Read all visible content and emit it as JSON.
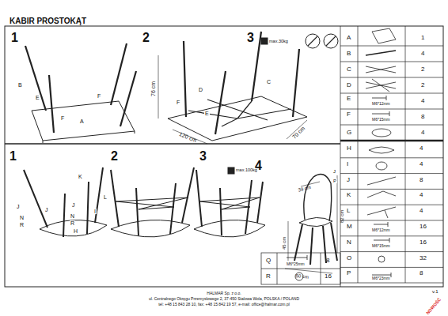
{
  "diagram": {
    "title": "KABIR PROSTOKĄT",
    "labels": [
      "1",
      "2",
      "3",
      "max.30kg",
      "B",
      "A",
      "E",
      "F",
      "F",
      "C",
      "D",
      "F",
      "E",
      "76 cm",
      "120 cm",
      "70 cm",
      "A",
      "1",
      "B",
      "4",
      "C",
      "2",
      "D",
      "2",
      "E",
      "4",
      "F",
      "8",
      "G",
      "4",
      "M6*12mm",
      "M6*15mm",
      "H",
      "4",
      "I",
      "4",
      "J",
      "8",
      "K",
      "4",
      "L",
      "4",
      "M",
      "16",
      "N",
      "16",
      "O",
      "32",
      "P",
      "8",
      "M6*12mm",
      "M6*15mm",
      "M6*23mm",
      "Q",
      "8",
      "M6*25mm",
      "R",
      "16",
      "1",
      "2",
      "3",
      "4",
      "max.100kg",
      "K",
      "J",
      "L",
      "J",
      "N",
      "R",
      "J",
      "N",
      "R",
      "H",
      "I",
      "39 cm",
      "82 cm",
      "45 cm",
      "50 cm",
      "J",
      "P",
      "HALMAR Sp. z o.o.",
      "ul. Centralnego Okręgu Przemysłowego 2, 37-450 Stalowa Wola, POLSKA / POLAND",
      "tel: +48 15 843 28 10, fax: +48 15 842 19 57, e-mail: office@halmar.com.pl",
      "v.1",
      "NOWOŚĆ"
    ]
  }
}
